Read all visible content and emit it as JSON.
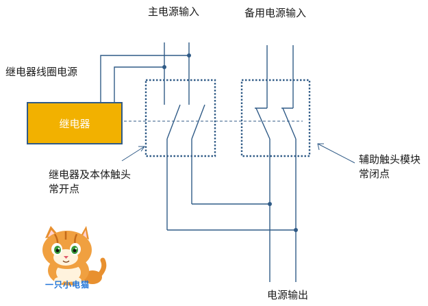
{
  "labels": {
    "main_power": "主电源输入",
    "backup_power": "备用电源输入",
    "coil_power": "继电器线圈电源",
    "relay": "继电器",
    "relay_contacts_line1": "继电器及本体触头",
    "relay_contacts_line2": "常开点",
    "aux_contacts_line1": "辅助触头模块",
    "aux_contacts_line2": "常闭点",
    "power_output": "电源输出"
  },
  "mascot": {
    "brand_text": "一只小电猫"
  },
  "colors": {
    "wire": "#2f5a86",
    "relay_fill": "#f2b100",
    "dotted_box": "#2f5a86",
    "node": "#2f5a86"
  }
}
